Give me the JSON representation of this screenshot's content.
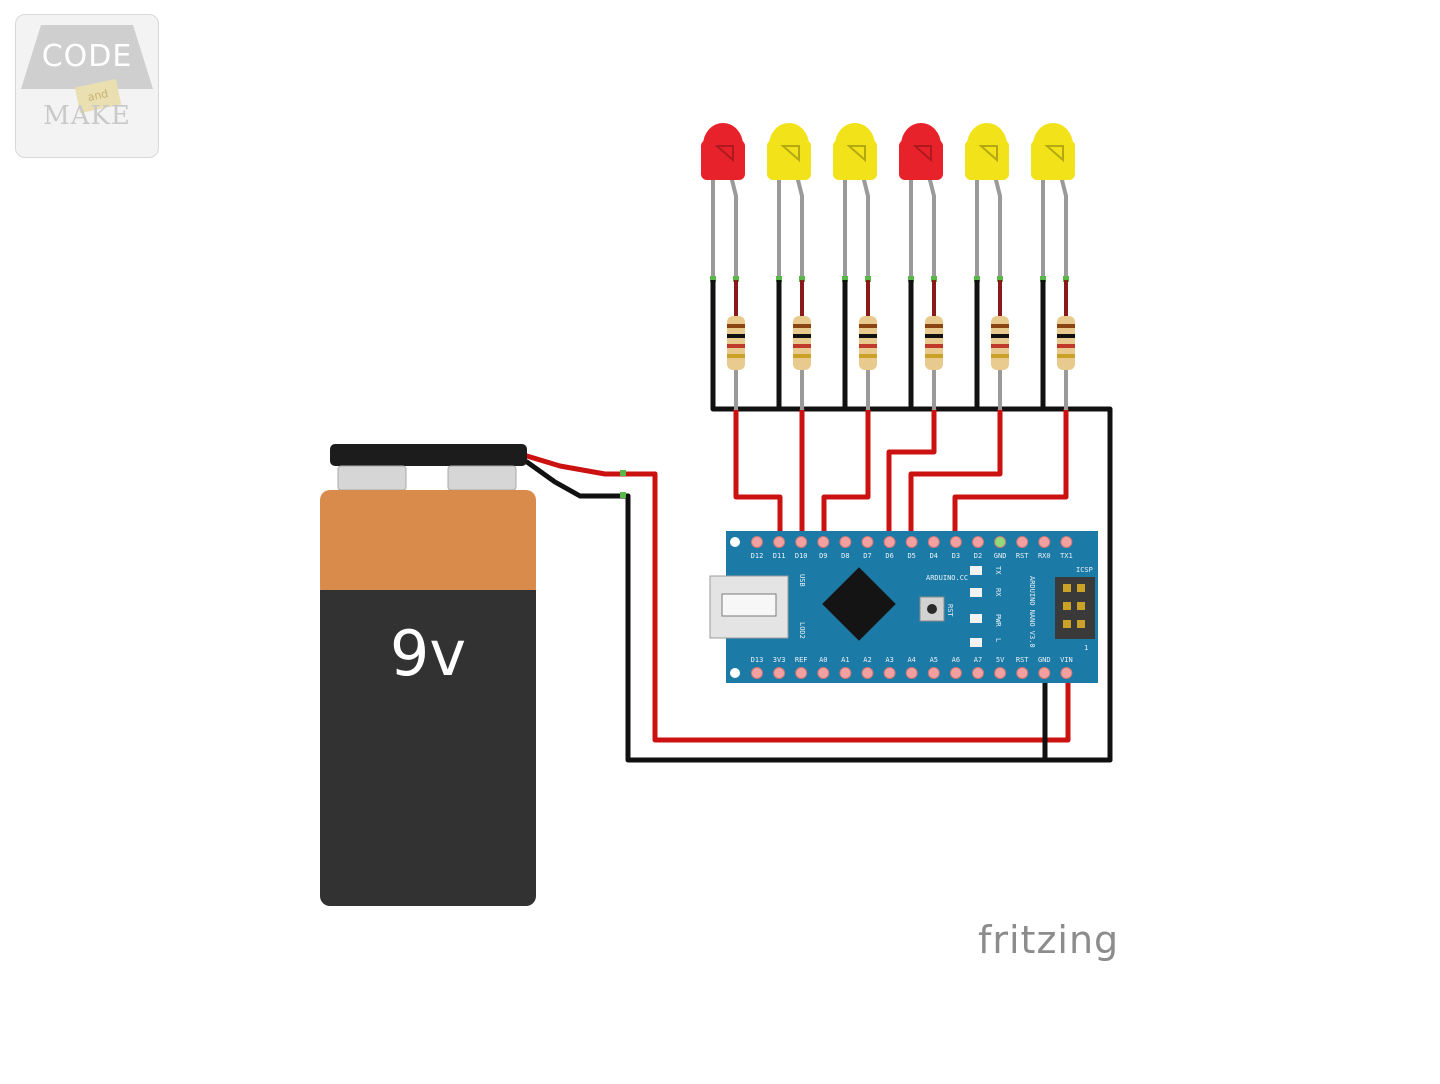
{
  "logo": {
    "top_text": "CODE",
    "badge_text": "and",
    "bottom_text": "MAKE"
  },
  "battery": {
    "label": "9v"
  },
  "leds": [
    {
      "color_name": "red",
      "color": "#e8222a"
    },
    {
      "color_name": "yellow",
      "color": "#f2e21a"
    },
    {
      "color_name": "yellow",
      "color": "#f2e21a"
    },
    {
      "color_name": "red",
      "color": "#e8222a"
    },
    {
      "color_name": "yellow",
      "color": "#f2e21a"
    },
    {
      "color_name": "yellow",
      "color": "#f2e21a"
    }
  ],
  "board": {
    "top_pins": [
      "D12",
      "D11",
      "D10",
      "D9",
      "D8",
      "D7",
      "D6",
      "D5",
      "D4",
      "D3",
      "D2",
      "GND",
      "RST",
      "RX0",
      "TX1"
    ],
    "bottom_pins": [
      "D13",
      "3V3",
      "REF",
      "A0",
      "A1",
      "A2",
      "A3",
      "A4",
      "A5",
      "A6",
      "A7",
      "5V",
      "RST",
      "GND",
      "VIN"
    ],
    "marking_arduino_cc": "ARDUINO.CC",
    "marking_usb": "USB",
    "marking_lod2": "LOD2",
    "marking_rst": "RST",
    "marking_icsp": "ICSP",
    "marking_nano": "ARDUINO NANO V3.0",
    "led_labels": [
      "TX",
      "RX",
      "PWR",
      "L"
    ],
    "marking_pin1": "1"
  },
  "wire_colors": {
    "positive": "#cc1111",
    "ground": "#111111"
  },
  "watermark": {
    "text": "fritzing"
  }
}
